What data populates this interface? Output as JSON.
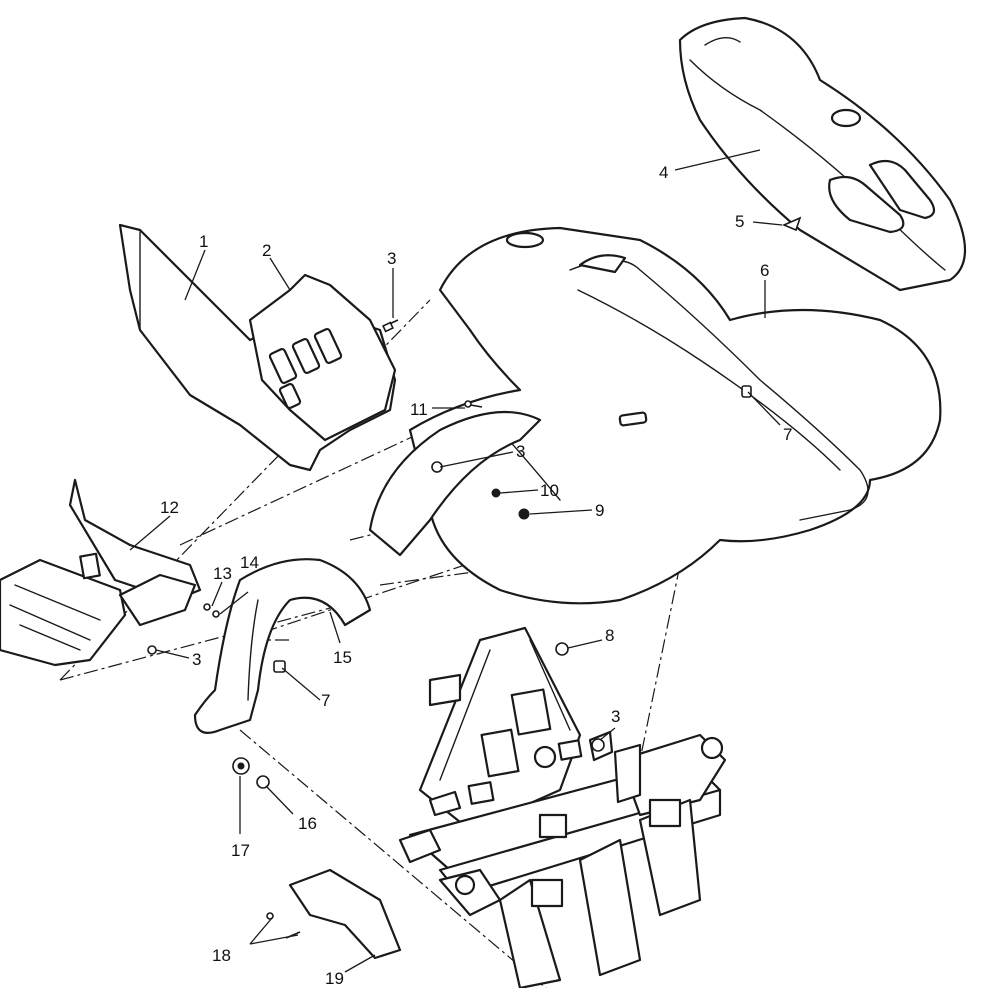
{
  "diagram": {
    "callouts": [
      {
        "id": "c1",
        "label": "1"
      },
      {
        "id": "c2",
        "label": "2"
      },
      {
        "id": "c3a",
        "label": "3"
      },
      {
        "id": "c3b",
        "label": "3"
      },
      {
        "id": "c3c",
        "label": "3"
      },
      {
        "id": "c3d",
        "label": "3"
      },
      {
        "id": "c4",
        "label": "4"
      },
      {
        "id": "c5",
        "label": "5"
      },
      {
        "id": "c6",
        "label": "6"
      },
      {
        "id": "c7a",
        "label": "7"
      },
      {
        "id": "c7b",
        "label": "7"
      },
      {
        "id": "c8",
        "label": "8"
      },
      {
        "id": "c9",
        "label": "9"
      },
      {
        "id": "c10",
        "label": "10"
      },
      {
        "id": "c11",
        "label": "11"
      },
      {
        "id": "c12",
        "label": "12"
      },
      {
        "id": "c13",
        "label": "13"
      },
      {
        "id": "c14",
        "label": "14"
      },
      {
        "id": "c15",
        "label": "15"
      },
      {
        "id": "c16",
        "label": "16"
      },
      {
        "id": "c17",
        "label": "17"
      },
      {
        "id": "c18",
        "label": "18"
      },
      {
        "id": "c19",
        "label": "19"
      }
    ]
  }
}
